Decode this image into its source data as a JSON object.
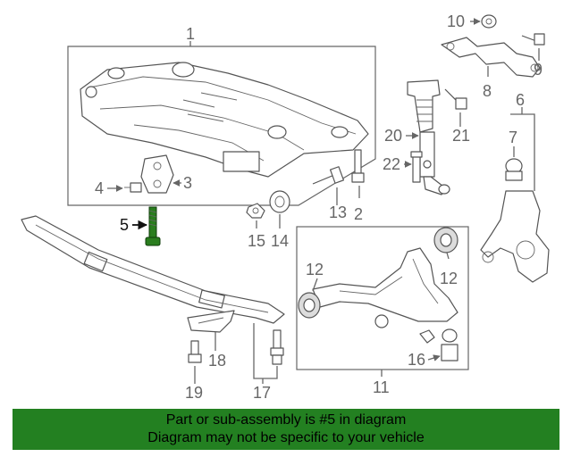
{
  "highlighted_callout": "5",
  "highlight_color": "#2a7d1e",
  "banner": {
    "background": "#238021",
    "line1": "Part or sub-assembly is #5 in diagram",
    "line2": "Diagram may not be specific to your vehicle"
  },
  "callouts": {
    "c1": "1",
    "c2": "2",
    "c3": "3",
    "c4": "4",
    "c5": "5",
    "c6": "6",
    "c7": "7",
    "c8": "8",
    "c9": "9",
    "c10": "10",
    "c11": "11",
    "c12a": "12",
    "c12b": "12",
    "c13": "13",
    "c14": "14",
    "c15": "15",
    "c16": "16",
    "c17": "17",
    "c18": "18",
    "c19": "19",
    "c20": "20",
    "c21": "21",
    "c22": "22"
  }
}
